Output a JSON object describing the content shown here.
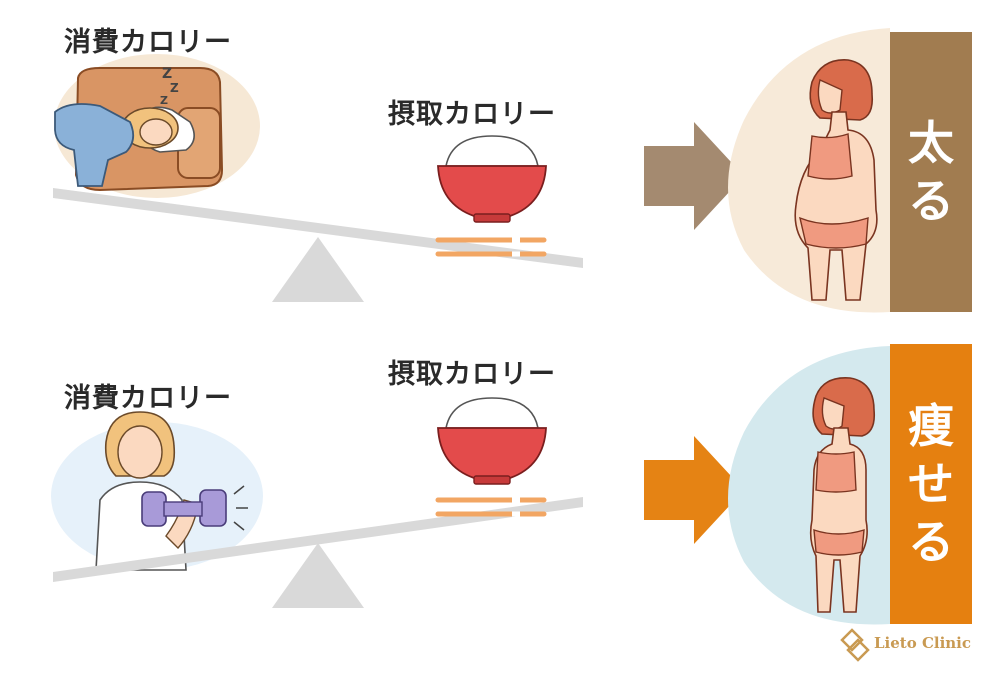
{
  "top_panel": {
    "burned_label": "消費カロリー",
    "intake_label": "摂取カロリー",
    "result": [
      "太",
      "る"
    ],
    "colors": {
      "arrow": "#a48a70",
      "result_bg": "#a17c50",
      "circle_bg": "#f6e8d5",
      "blob_bg": "#f7ead9"
    }
  },
  "bottom_panel": {
    "burned_label": "消費カロリー",
    "intake_label": "摂取カロリー",
    "result": [
      "痩",
      "せ",
      "る"
    ],
    "colors": {
      "arrow": "#e58314",
      "result_bg": "#e58010",
      "circle_bg": "#e6f1fa",
      "blob_bg": "#d4e9ee"
    }
  },
  "logo": {
    "text": "Lieto Clinic",
    "color": "#c99a52"
  }
}
